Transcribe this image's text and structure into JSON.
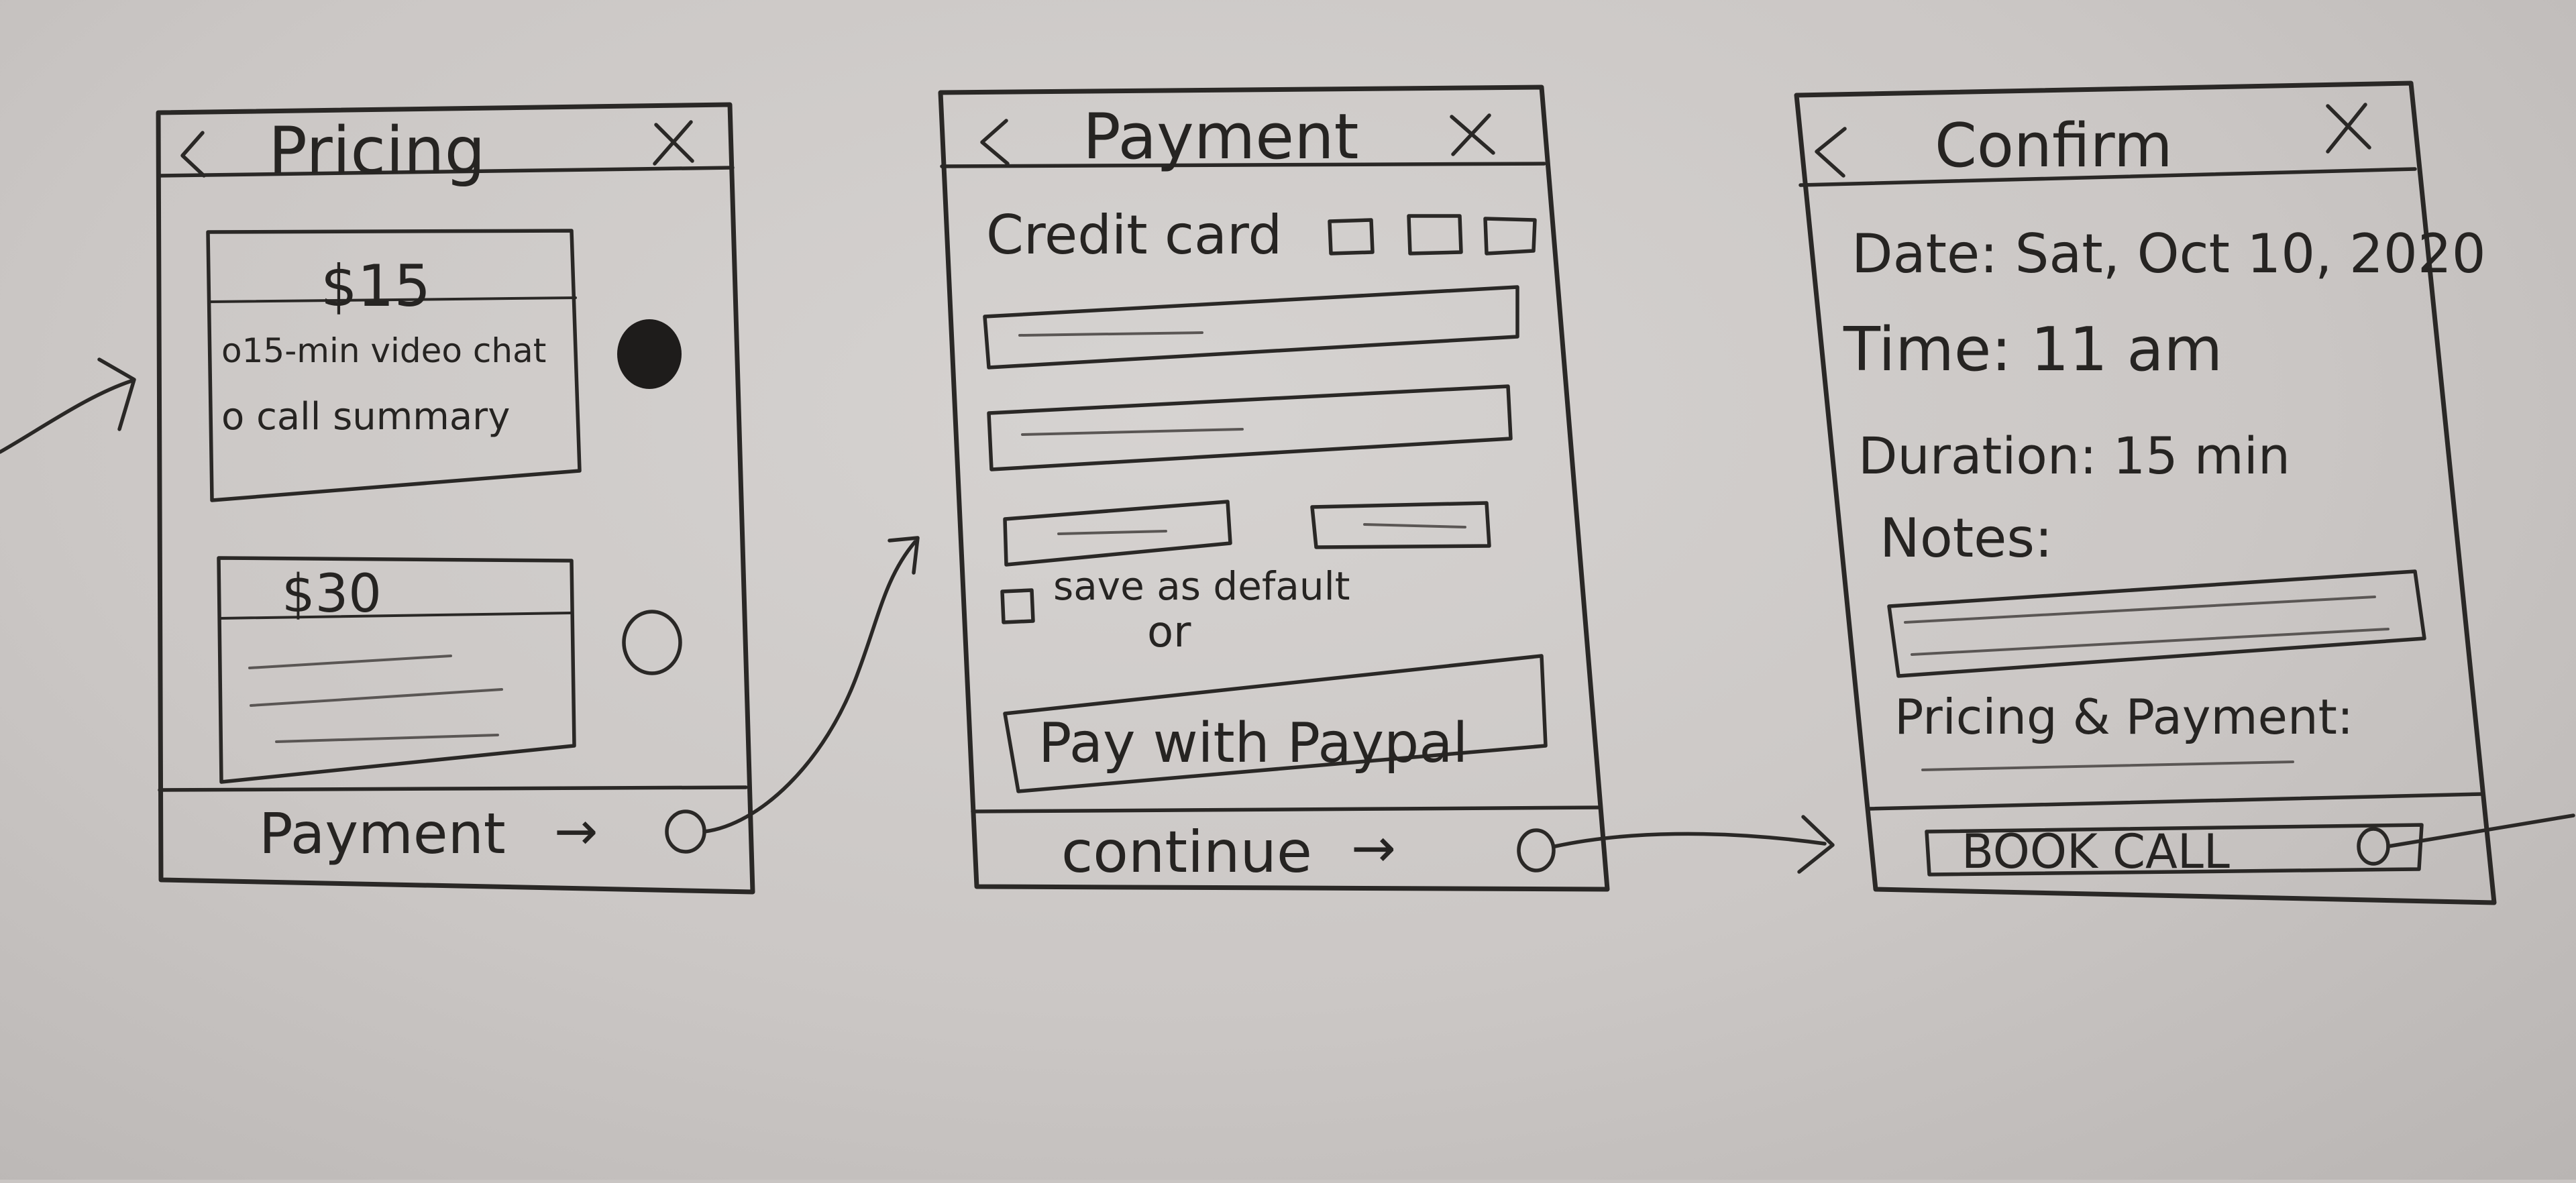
{
  "screens": [
    {
      "title": "Pricing",
      "back_icon": "chevron-left-icon",
      "close_icon": "close-x-icon",
      "options": [
        {
          "price": "$15",
          "features": [
            "o15-min video chat",
            "o call summary"
          ],
          "selected": true
        },
        {
          "price": "$30",
          "features": [],
          "selected": false
        }
      ],
      "footer_label": "Payment",
      "footer_arrow": "→"
    },
    {
      "title": "Payment",
      "back_icon": "chevron-left-icon",
      "close_icon": "close-x-icon",
      "credit_card_label": "Credit card",
      "save_default_label": "save as default",
      "or_label": "or",
      "paypal_label": "Pay with Paypal",
      "footer_label": "continue",
      "footer_arrow": "→"
    },
    {
      "title": "Confirm",
      "back_icon": "chevron-left-icon",
      "close_icon": "close-x-icon",
      "date_line": "Date: Sat, Oct 10, 2020",
      "time_line": "Time: 11 am",
      "duration_line": "Duration: 15 min",
      "notes_label": "Notes:",
      "pricing_payment_label": "Pricing & Payment:",
      "book_label": "BOOK CALL"
    }
  ],
  "colors": {
    "paper": "#cbc7c5",
    "ink": "#2a2826",
    "selected_radio": "#1e1c1b"
  }
}
